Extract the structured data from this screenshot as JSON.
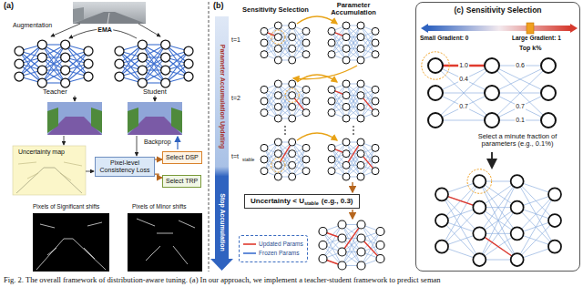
{
  "diagram": {
    "caption": "Fig. 2. The overall framework of distribution-aware tuning. (a) In our approach, we implement a teacher-student framework to predict seman",
    "nodes": [
      {
        "text": [
          "Pixel-level Consistency Loss"
        ]
      },
      {
        "text": [
          "Select DSP"
        ]
      },
      {
        "text": [
          "Select TRP"
        ]
      },
      {
        "text": [
          "Parameter Accumulation Updating",
          "Stop Accumulation"
        ]
      },
      {
        "text": [
          "Uncertainty < U",
          "stable",
          "(e.g., 0.3)"
        ]
      },
      {
        "text": [
          "(c)",
          "Sensitivity Selection"
        ]
      }
    ],
    "edges": [
      {
        "from": 0,
        "to": 1,
        "arrow": "to"
      },
      {
        "from": 0,
        "to": 2,
        "arrow": "to"
      }
    ],
    "labels": [
      "(a)",
      "Augmentation",
      "EMA",
      "Teacher",
      "Student",
      "Backprop",
      "Uncertainty map",
      "Pixels of Significant shifts",
      "Pixels of Minor shifts",
      "(b)",
      "Sensitivity Selection",
      "Parameter Accumulation",
      "t=1",
      "t=2",
      "t=t",
      "stable",
      "Small Gradient: 0",
      "Large Gradient: 1",
      "Top k%",
      "1.0",
      "0.4",
      "0.7",
      "0.6",
      "0.1",
      "0.7",
      "Select a minute fraction of parameters (e.g., 0.1%)"
    ],
    "legend": [
      {
        "text": "Updated Params"
      },
      {
        "text": "Frozen Params"
      }
    ]
  }
}
